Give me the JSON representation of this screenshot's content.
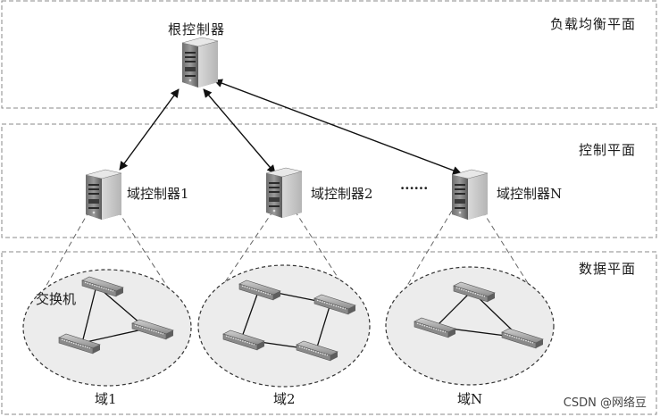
{
  "planes": {
    "load_balance": "负载均衡平面",
    "control": "控制平面",
    "data": "数据平面"
  },
  "controllers": {
    "root": "根控制器",
    "domain1": "域控制器1",
    "domain2": "域控制器2",
    "domainN": "域控制器N",
    "ellipsis": "······"
  },
  "switch_label": "交换机",
  "domains": {
    "d1": "域1",
    "d2": "域2",
    "dN": "域N"
  },
  "watermark": "CSDN @网络豆",
  "icons": [
    "server-icon",
    "switch-icon"
  ]
}
